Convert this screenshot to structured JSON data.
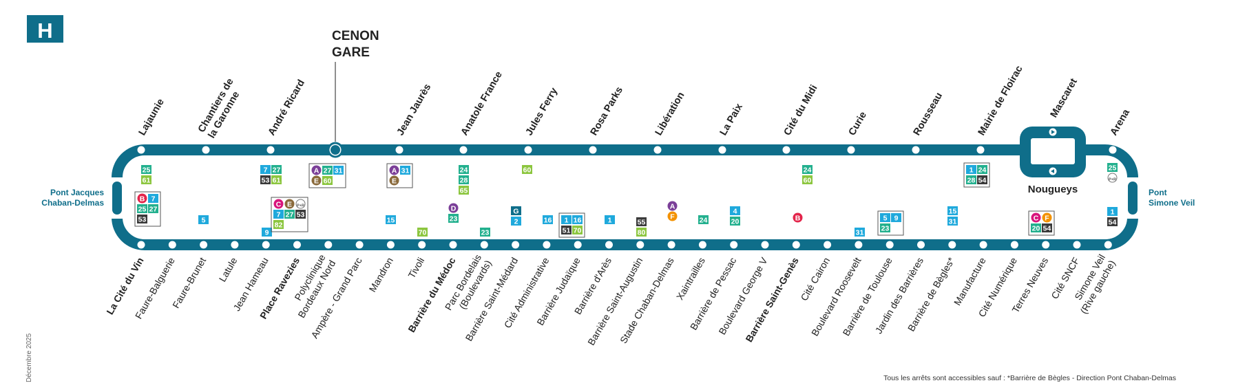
{
  "line": {
    "letter": "H",
    "color": "#0f6e8a"
  },
  "colors": {
    "cyan": "#1fa9dc",
    "teal": "#23b08e",
    "green": "#8cc63f",
    "dark": "#3a3a3a",
    "navy": "#0f6e8a",
    "purple": "#7b3f98",
    "brown": "#8a6a3b",
    "pink": "#d8157c",
    "orange": "#f39200",
    "red": "#e3244a"
  },
  "hub": {
    "name_line1": "CENON",
    "name_line2": "GARE"
  },
  "terminus_left": {
    "line1": "Pont Jacques",
    "line2": "Chaban-Delmas"
  },
  "terminus_right": {
    "line1": "Pont",
    "line2": "Simone Veil"
  },
  "nougueys": "Nougueys",
  "top_stops": [
    {
      "line1": "Lajaunie",
      "line2": ""
    },
    {
      "line1": "Chantiers de",
      "line2": "la Garonne"
    },
    {
      "line1": "André Ricard",
      "line2": ""
    },
    {
      "line1": "Jean Jaurès",
      "line2": ""
    },
    {
      "line1": "Anatole France",
      "line2": ""
    },
    {
      "line1": "Jules Ferry",
      "line2": ""
    },
    {
      "line1": "Rosa Parks",
      "line2": ""
    },
    {
      "line1": "Libération",
      "line2": ""
    },
    {
      "line1": "La Paix",
      "line2": ""
    },
    {
      "line1": "Cité du Midi",
      "line2": ""
    },
    {
      "line1": "Curie",
      "line2": ""
    },
    {
      "line1": "Rousseau",
      "line2": ""
    },
    {
      "line1": "Mairie de Floirac",
      "line2": ""
    },
    {
      "line1": "Mascaret",
      "line2": ""
    },
    {
      "line1": "Arena",
      "line2": ""
    }
  ],
  "bottom_stops": [
    {
      "line1": "La Cité du Vin",
      "line2": ""
    },
    {
      "line1": "Faure-Balguerie",
      "line2": ""
    },
    {
      "line1": "Faure-Brunet",
      "line2": ""
    },
    {
      "line1": "Latule",
      "line2": ""
    },
    {
      "line1": "Jean Hameau",
      "line2": ""
    },
    {
      "line1": "Place Ravezies",
      "line2": ""
    },
    {
      "line1": "Polyclinique",
      "line2": "Bordeaux Nord"
    },
    {
      "line1": "Ampère - Grand Parc",
      "line2": ""
    },
    {
      "line1": "Mandron",
      "line2": ""
    },
    {
      "line1": "Tivoli",
      "line2": ""
    },
    {
      "line1": "Barrière du Médoc",
      "line2": ""
    },
    {
      "line1": "Parc Bordelais",
      "line2": "(Boulevards)"
    },
    {
      "line1": "Barrière Saint-Médard",
      "line2": ""
    },
    {
      "line1": "Cité Administrative",
      "line2": ""
    },
    {
      "line1": "Barrière Judaïque",
      "line2": ""
    },
    {
      "line1": "Barrière d'Arès",
      "line2": ""
    },
    {
      "line1": "Barrière Saint-Augustin",
      "line2": ""
    },
    {
      "line1": "Stade Chaban-Delmas",
      "line2": ""
    },
    {
      "line1": "Xaintrailles",
      "line2": ""
    },
    {
      "line1": "Barrière de Pessac",
      "line2": ""
    },
    {
      "line1": "Boulevard George V",
      "line2": ""
    },
    {
      "line1": "Barrière Saint-Genès",
      "line2": ""
    },
    {
      "line1": "Cité Cairon",
      "line2": ""
    },
    {
      "line1": "Boulevard Roosevelt",
      "line2": ""
    },
    {
      "line1": "Barrière de Toulouse",
      "line2": ""
    },
    {
      "line1": "Jardin des Barrières",
      "line2": ""
    },
    {
      "line1": "Barrière de Bègles*",
      "line2": ""
    },
    {
      "line1": "Manufacture",
      "line2": ""
    },
    {
      "line1": "Cité Numérique",
      "line2": ""
    },
    {
      "line1": "Terres Neuves",
      "line2": ""
    },
    {
      "line1": "Cité SNCF",
      "line2": ""
    },
    {
      "line1": "Simone Veil",
      "line2": "(Rive gauche)"
    }
  ],
  "connections": {
    "lajaunie": [
      "25",
      "61"
    ],
    "andre_ricard": [
      "7",
      "27",
      "53",
      "61"
    ],
    "cenon_gare": [
      "A",
      "27",
      "31",
      "E",
      "60"
    ],
    "jean_jaures": [
      "A",
      "31",
      "E"
    ],
    "anatole_france": [
      "24",
      "28",
      "65"
    ],
    "jules_ferry": [
      "60"
    ],
    "cite_du_midi": [
      "24",
      "60"
    ],
    "mairie_de_floirac": [
      "1",
      "24",
      "28",
      "54"
    ],
    "arena": [
      "25",
      "P+R"
    ],
    "cite_du_vin": [
      "B",
      "7",
      "25",
      "27",
      "53"
    ],
    "faure_brunet": [
      "5"
    ],
    "jean_hameau": [
      "9"
    ],
    "place_ravezies": [
      "C",
      "E",
      "P+R",
      "7",
      "27",
      "53",
      "82"
    ],
    "mandron": [
      "15"
    ],
    "tivoli": [
      "70"
    ],
    "barriere_du_medoc": [
      "D",
      "23"
    ],
    "barriere_saint_medard": [
      "23"
    ],
    "cite_administrative": [
      "G",
      "2"
    ],
    "barriere_judaique": [
      "16"
    ],
    "barriere_d_ares": [
      "1",
      "16",
      "51",
      "70"
    ],
    "barriere_saint_augustin": [
      "1"
    ],
    "stade_chaban_delmas": [
      "55",
      "80"
    ],
    "xaintrailles": [
      "A",
      "F"
    ],
    "barriere_de_pessac": [
      "24"
    ],
    "boulevard_george_v": [
      "4",
      "20"
    ],
    "cite_cairon": [
      "B"
    ],
    "jardin_des_barrieres": [
      "31"
    ],
    "barriere_de_toulouse": [
      "5",
      "9",
      "23"
    ],
    "manufacture": [
      "15",
      "31"
    ],
    "terres_neuves": [
      "C",
      "F",
      "20",
      "54"
    ],
    "simone_veil": [
      "1",
      "54"
    ]
  },
  "footer_note": "Tous les arrêts sont accessibles sauf : *Barrière de Bègles - Direction Pont Chaban-Delmas",
  "date": "Décembre 2025"
}
